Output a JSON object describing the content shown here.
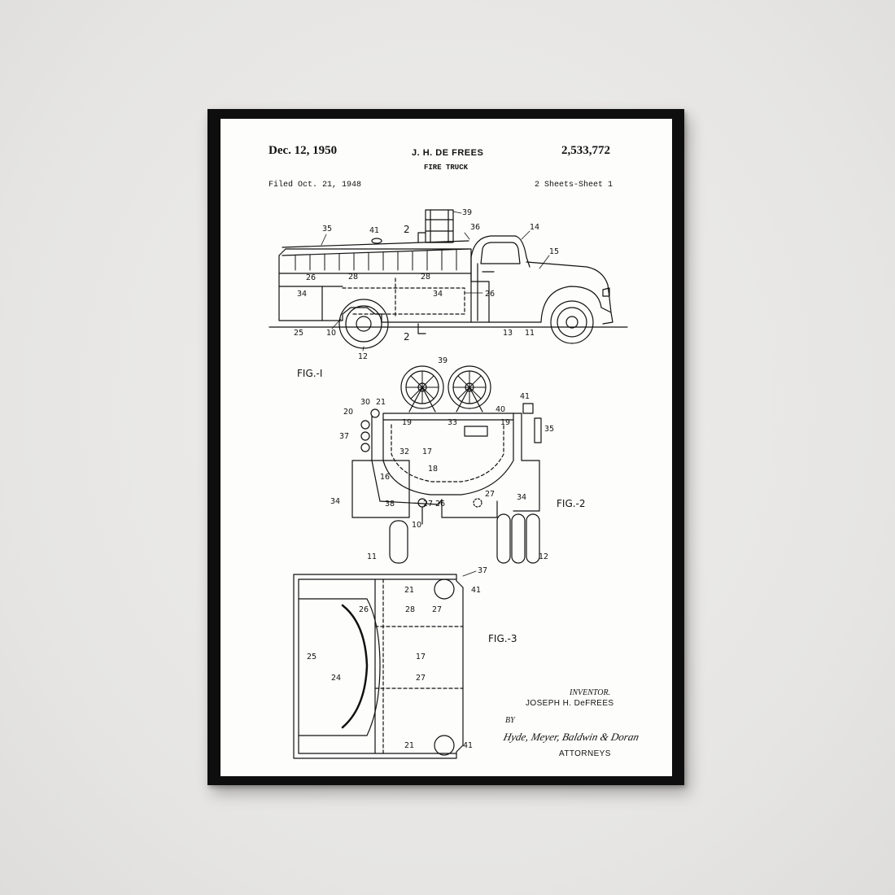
{
  "header": {
    "date": "Dec. 12, 1950",
    "inventor_short": "J. H. DE FREES",
    "title": "FIRE TRUCK",
    "patent_number": "2,533,772",
    "filed": "Filed Oct. 21, 1948",
    "sheets": "2 Sheets-Sheet 1"
  },
  "figures": {
    "fig1": "FIG.-I",
    "fig2": "FIG.-2",
    "fig3": "FIG.-3"
  },
  "labels": {
    "fig1": [
      "39",
      "2",
      "36",
      "14",
      "35",
      "41",
      "15",
      "26",
      "28",
      "28",
      "34",
      "34",
      "26",
      "25",
      "10",
      "13",
      "11",
      "12",
      "2"
    ],
    "fig2": [
      "39",
      "30",
      "21",
      "20",
      "19",
      "33",
      "40",
      "41",
      "19",
      "35",
      "37",
      "32",
      "17",
      "16",
      "18",
      "34",
      "38",
      "27",
      "26",
      "27",
      "34",
      "10",
      "11",
      "12"
    ],
    "fig3": [
      "37",
      "21",
      "41",
      "26",
      "28",
      "27",
      "25",
      "17",
      "24",
      "27",
      "21",
      "41"
    ]
  },
  "footer": {
    "inventor_label": "INVENTOR.",
    "inventor_name": "JOSEPH H. DeFREES",
    "by": "BY",
    "signature": "Hyde, Meyer, Baldwin & Doran",
    "attorneys": "ATTORNEYS"
  }
}
